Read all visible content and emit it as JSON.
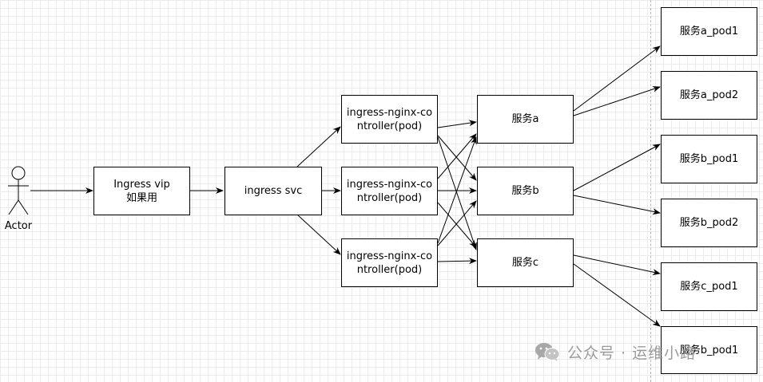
{
  "actor": {
    "label": "Actor"
  },
  "nodes": {
    "ingress_vip": "Ingress vip\n如果用",
    "ingress_svc": "ingress svc",
    "controller_1": "ingress-nginx-co\nntroller(pod)",
    "controller_2": "ingress-nginx-co\nntroller(pod)",
    "controller_3": "ingress-nginx-co\nntroller(pod)",
    "service_a": "服务a",
    "service_b": "服务b",
    "service_c": "服务c",
    "pod_a1": "服务a_pod1",
    "pod_a2": "服务a_pod2",
    "pod_b1": "服务b_pod1",
    "pod_b2": "服务b_pod2",
    "pod_c1": "服务c_pod1",
    "pod_b1_dup": "服务b_pod1"
  },
  "watermark": {
    "text": "公众号 · 运维小路",
    "icon": "wechat-icon"
  }
}
